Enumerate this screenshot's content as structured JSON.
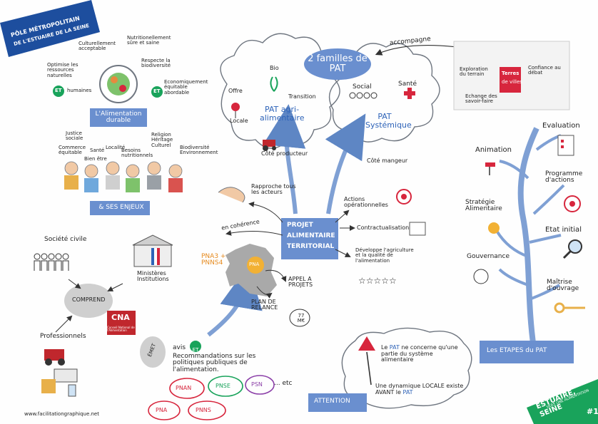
{
  "corner_banner": {
    "line1": "PÔLE MÉTROPOLITAIN",
    "line2": "DE L'ESTUAIRE DE LA SEINE"
  },
  "food": {
    "title": "L'Alimentation durable",
    "cult": "Culturellement acceptable",
    "nutri": "Nutritionellement sûre et saine",
    "optimise": "Optimise les ressources naturelles",
    "et1": "ET",
    "humaines": "humaines",
    "respecte": "Respecte la biodiversité",
    "eco": "Economiquement équitable abordable",
    "et2": "ET",
    "enjeux_label": "& SES ENJEUX",
    "enjeux": [
      "Justice sociale",
      "Commerce équitable",
      "Santé",
      "Bien être",
      "Localité",
      "Besoins nutritionnels",
      "Religion Héritage Culturel",
      "Biodiversité Environnement"
    ]
  },
  "pat": {
    "families": "2 familles de PAT",
    "accompagne": "accompagne",
    "offre": "Offre",
    "locale": "Locale",
    "bio": "Bio",
    "transition": "Transition",
    "agri_title": "PAT agri-alimentaire",
    "cote_prod": "Côté producteur",
    "social": "Social",
    "sante": "Santé",
    "sys_title": "PAT Systémique",
    "cote_mangeur": "Côté mangeur",
    "rapproche": "Rapproche tous les acteurs",
    "actions": "Actions opérationnelles",
    "contract": "Contractualisation",
    "developpe": "Développe l'agriculture et la qualité de l'alimentation",
    "stars": "☆☆☆☆☆",
    "coherence": "en cohérence",
    "pnaa": "PNA3 + PNNS4",
    "pna_circle": "PNA",
    "appel": "APPEL A PROJETS",
    "plan": "PLAN DE RELANCE",
    "money": "77 M€",
    "center1": "PROJET",
    "center2": "ALIMENTAIRE",
    "center3": "TERRITORIAL"
  },
  "lab": {
    "expl": "Exploration du terrain",
    "terres1": "Terres",
    "terres2": "de villes",
    "confiance": "Confiance au débat",
    "echange": "Echange des savoir-faire"
  },
  "society": {
    "societe": "Société civile",
    "ministeres": "Ministères Institutions",
    "comprend": "COMPREND",
    "pros": "Professionnels",
    "cna": "CNA",
    "cna_sub": "Conseil National de l'Alimentation",
    "emet": "ÉMET",
    "avis": "avis",
    "et": "ET",
    "recom": "Recommandations sur les politiques publiques de l'alimentation.",
    "circles": [
      "PNAN",
      "PNSE",
      "PSN",
      "PNA",
      "PNNS"
    ],
    "etc": "... etc",
    "credit": "www.facilitationgraphique.net"
  },
  "steps": {
    "evaluation": "Evaluation",
    "animation": "Animation",
    "programme": "Programme d'actions",
    "strategie": "Stratégie Alimentaire",
    "etat": "Etat initial",
    "gouvernance": "Gouvernance",
    "maitrise": "Maîtrise d'ouvrage",
    "banner": "Les ETAPES du PAT"
  },
  "attention": {
    "label": "ATTENTION",
    "line1_a": "Le ",
    "line1_pat": "PAT",
    "line1_b": " ne concerne qu'une partie du système alimentaire",
    "line2": "Une dynamique LOCALE existe AVANT le ",
    "line2_pat": "PAT"
  },
  "footer_banner": {
    "line1": "ESTUAIRE,",
    "line2": "VERS UNE ALIMENTATION",
    "line3": "SEINE",
    "num": "#1"
  },
  "colors": {
    "blue": "#2e63b8",
    "darkblue": "#1d4e9e",
    "green": "#19a35b",
    "red": "#d7263d",
    "purple": "#8b3fa8",
    "cloud": "#6f7680"
  }
}
